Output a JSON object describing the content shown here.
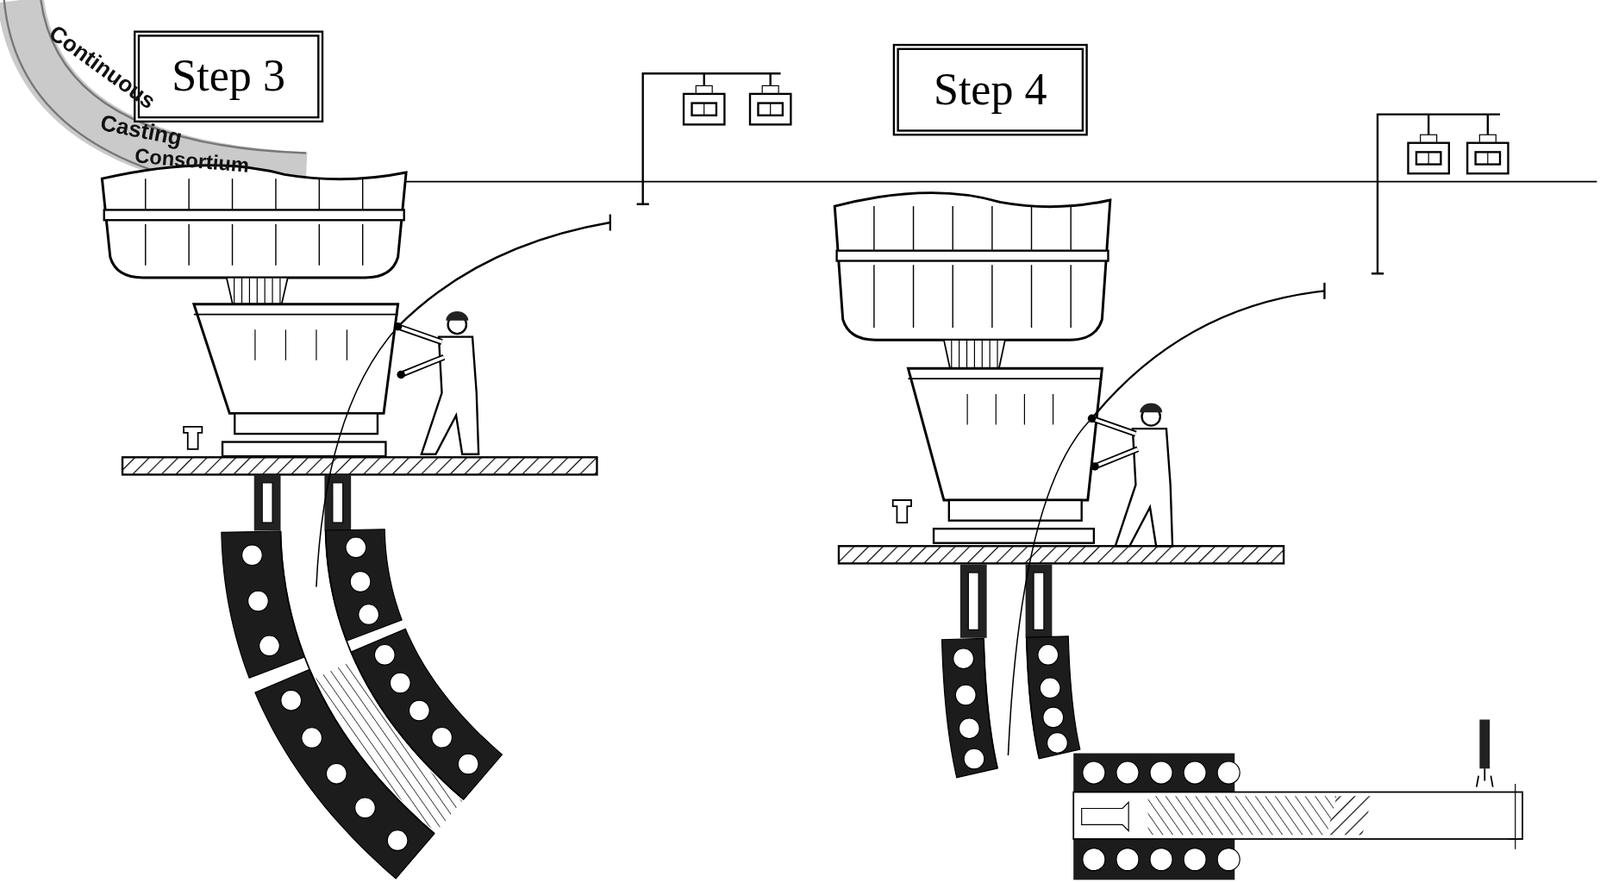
{
  "diagram": {
    "nodes": [
      {
        "text": [
          "Step 3"
        ]
      },
      {
        "text": [
          "Step 4"
        ]
      }
    ],
    "labels": [
      "Continuous",
      "Casting",
      "Consortium"
    ]
  }
}
